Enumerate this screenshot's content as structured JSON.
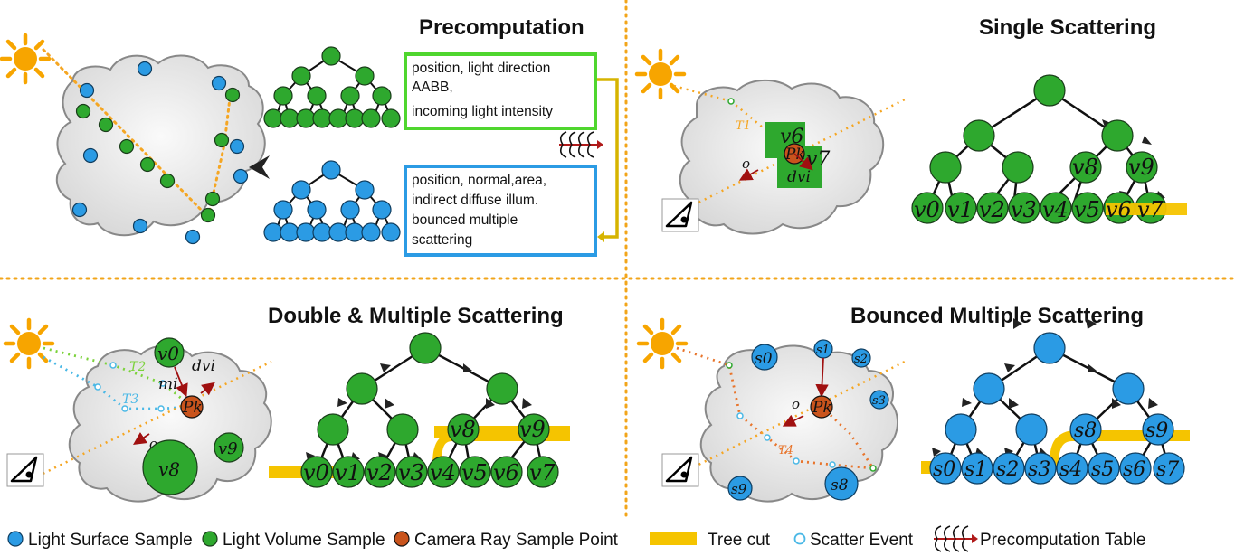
{
  "titles": {
    "precomputation": "Precomputation",
    "single": "Single Scattering",
    "double": "Double & Multiple Scattering",
    "bounced": "Bounced Multiple Scattering"
  },
  "boxes": {
    "green": [
      "position, light direction",
      "AABB,",
      "incoming light intensity"
    ],
    "blue": [
      "position, normal,area,",
      "indirect diffuse illum.",
      "bounced multiple",
      "scattering"
    ]
  },
  "labels": {
    "v": [
      "v0",
      "v1",
      "v2",
      "v3",
      "v4",
      "v5",
      "v6",
      "v7",
      "v8",
      "v9"
    ],
    "s": [
      "s0",
      "s1",
      "s2",
      "s3",
      "s4",
      "s5",
      "s6",
      "s7",
      "s8",
      "s9"
    ],
    "pk": "Pk",
    "o": "o",
    "dvi": "dvi",
    "mi": "mi",
    "t1": "T1",
    "t2": "T2",
    "t3": "T3",
    "t4": "T4"
  },
  "legend": [
    {
      "label": "Light Surface Sample",
      "color": "#2b9be4"
    },
    {
      "label": "Light Volume Sample",
      "color": "#2ea82e"
    },
    {
      "label": "Camera Ray Sample Point",
      "color": "#c9541d"
    },
    {
      "label": "Tree cut",
      "color": "#f5c400"
    },
    {
      "label": "Scatter Event",
      "color": "#4ab8e6"
    },
    {
      "label": "Precomputation Table",
      "color": "#b01a1a"
    }
  ],
  "colors": {
    "green": "#2ea82e",
    "blue": "#2b9be4",
    "orange": "#c9541d",
    "yellow": "#f5c400",
    "divider": "#f2a51a",
    "ray": "#f5a623",
    "cloud": "#ececec"
  }
}
